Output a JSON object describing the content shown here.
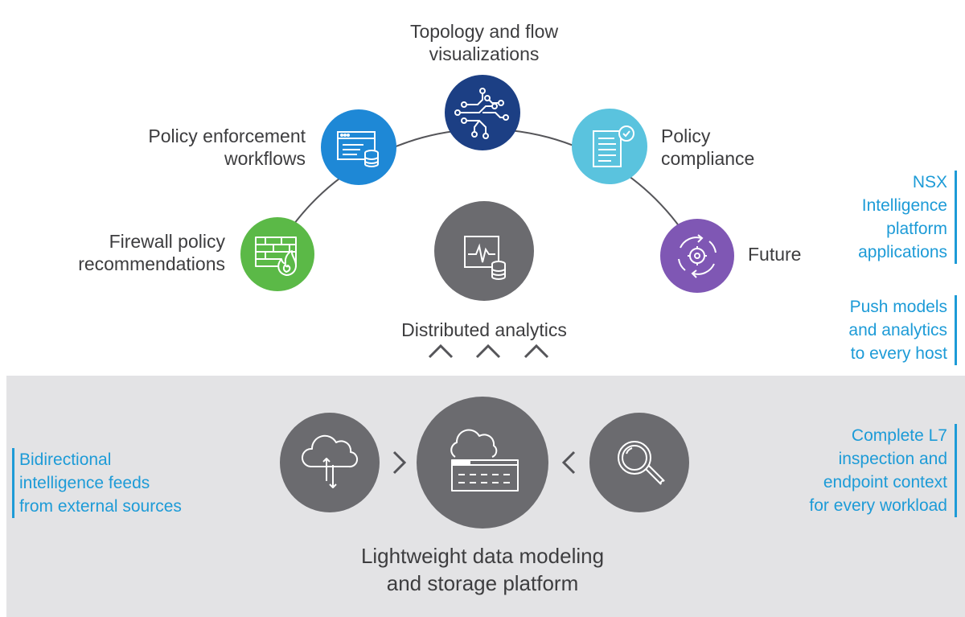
{
  "colors": {
    "green": "#5bb947",
    "blue_mid": "#1e88d6",
    "navy": "#1c3f84",
    "cyan": "#5ac3de",
    "purple": "#7f57b4",
    "gray_circle": "#6b6b6f",
    "gray_band": "#e3e3e5",
    "accent_text": "#1d9bd7",
    "label_text": "#3d3d3f"
  },
  "apps": [
    {
      "label": "Firewall policy\nrecommendations",
      "icon": "firewall-icon",
      "color": "green"
    },
    {
      "label": "Policy enforcement\nworkflows",
      "icon": "browser-database-icon",
      "color": "blue_mid"
    },
    {
      "label": "Topology and flow\nvisualizations",
      "icon": "circuit-icon",
      "color": "navy"
    },
    {
      "label": "Policy\ncompliance",
      "icon": "document-check-icon",
      "color": "cyan"
    },
    {
      "label": "Future",
      "icon": "gear-cycle-icon",
      "color": "purple"
    }
  ],
  "center": {
    "label": "Distributed analytics",
    "icon": "monitor-database-icon"
  },
  "platform": {
    "label_line1": "Lightweight data modeling",
    "label_line2": "and storage platform",
    "left_icon": "cloud-arrows-icon",
    "center_icon": "cloud-storage-icon",
    "right_icon": "magnifier-icon",
    "left_arrow": "chevron-right-icon",
    "right_arrow": "chevron-left-icon"
  },
  "side_notes": {
    "nsx": [
      "NSX",
      "Intelligence",
      "platform",
      "applications"
    ],
    "push": [
      "Push models",
      "and analytics",
      "to every host"
    ],
    "l7": [
      "Complete L7",
      "inspection and",
      "endpoint context",
      "for every workload"
    ],
    "feeds": [
      "Bidirectional",
      "intelligence feeds",
      "from external sources"
    ]
  }
}
